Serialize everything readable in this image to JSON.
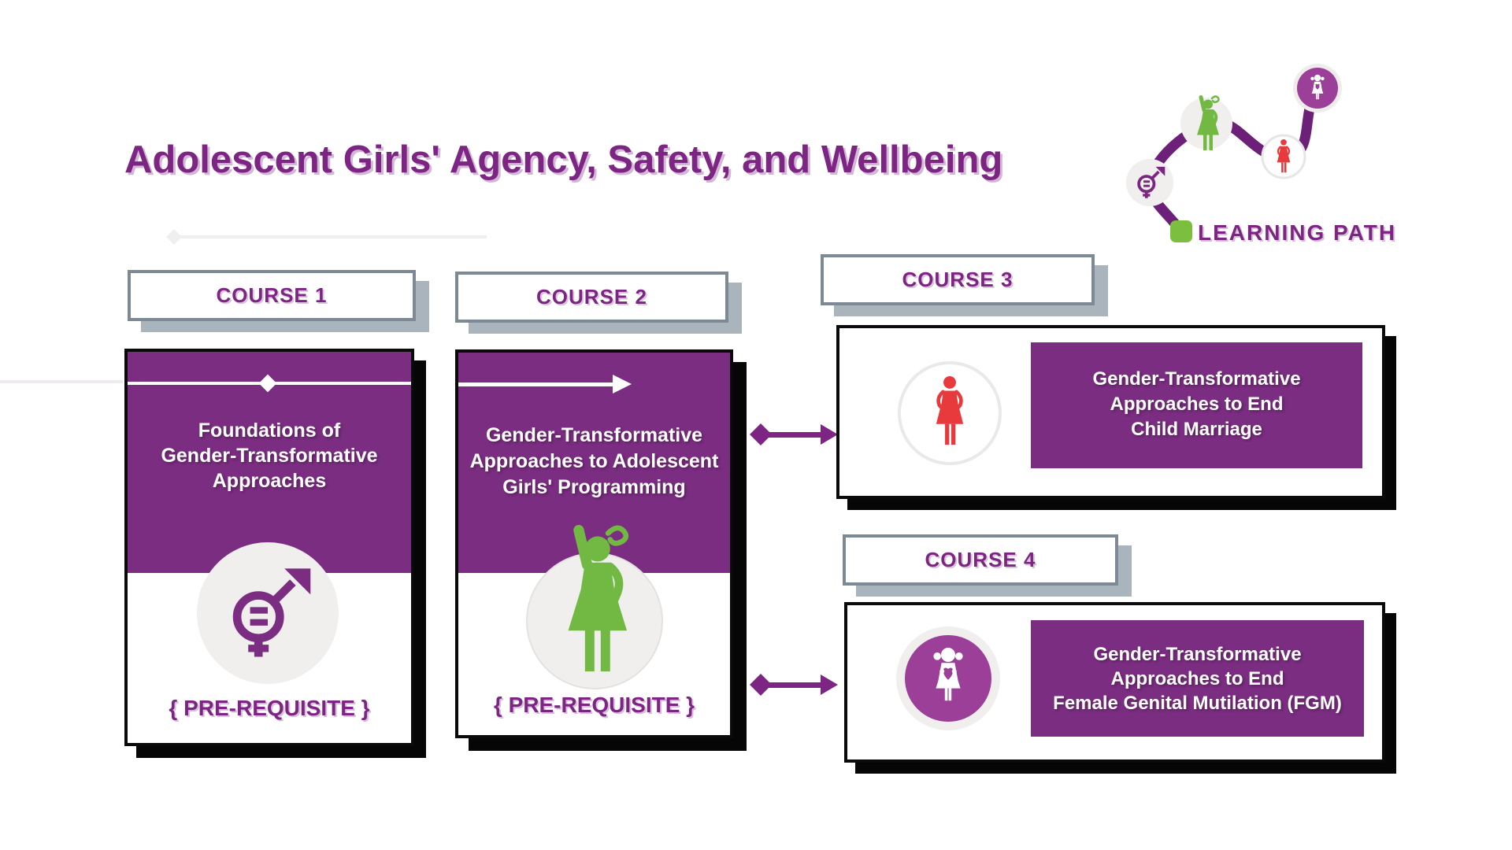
{
  "title": "Adolescent Girls' Agency, Safety, and Wellbeing",
  "learning_path_label": "LEARNING PATH",
  "courses": [
    {
      "header": "COURSE 1",
      "lines": [
        "Foundations of",
        "Gender-Transformative",
        "Approaches"
      ],
      "note": "{ PRE-REQUISITE }",
      "icon": "gender-equality-icon"
    },
    {
      "header": "COURSE 2",
      "lines": [
        "Gender-Transformative",
        "Approaches to Adolescent",
        "Girls' Programming"
      ],
      "note": "{ PRE-REQUISITE }",
      "icon": "girl-raising-hand-icon"
    },
    {
      "header": "COURSE 3",
      "lines": [
        "Gender-Transformative",
        "Approaches to End",
        "Child Marriage"
      ],
      "icon": "woman-icon"
    },
    {
      "header": "COURSE 4",
      "lines": [
        "Gender-Transformative",
        "Approaches to End",
        "Female Genital Mutilation (FGM)"
      ],
      "icon": "girl-holding-heart-icon"
    }
  ],
  "colors": {
    "purple_block": "#7b2d81",
    "accent_purple": "#7d2583",
    "path_purple": "#6d2077",
    "green": "#72b944",
    "green_square": "#7cbe3e",
    "red": "#e8393d",
    "magenta_circle": "#9c3f98",
    "header_border": "#7d8a96",
    "header_shadow": "#a9b4bd",
    "light_circle": "#f0efed",
    "card_border": "#0a0a0a"
  }
}
